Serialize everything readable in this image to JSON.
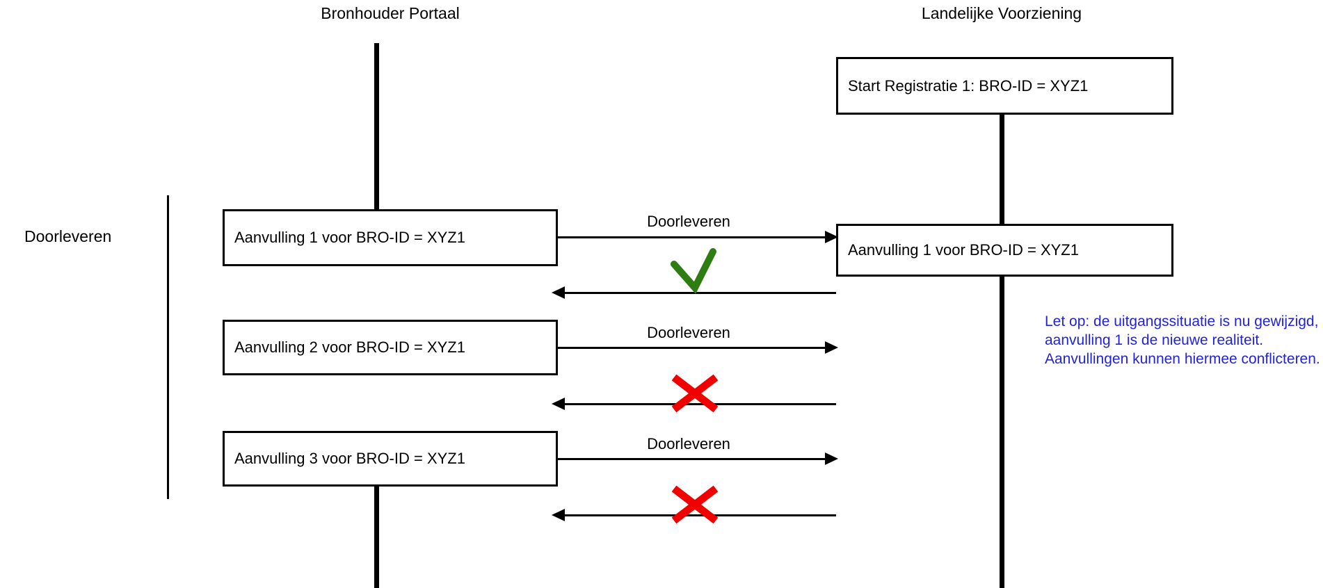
{
  "diagram": {
    "type": "sequence-diagram",
    "title_left": "Bronhouder Portaal",
    "title_right": "Landelijke Voorziening",
    "bracket_label": "Doorleveren",
    "colors": {
      "line": "#000000",
      "success": "#2E7D12",
      "failure": "#F20000",
      "note": "#2222DD",
      "background": "#FFFFFF"
    }
  },
  "lanes": [
    {
      "id": "bronhouder-portaal",
      "label": "Bronhouder Portaal"
    },
    {
      "id": "landelijke-voorziening",
      "label": "Landelijke Voorziening"
    }
  ],
  "boxes": {
    "start_registratie": "Start Registratie 1: BRO-ID = XYZ1",
    "aanvulling_1_left": "Aanvulling 1 voor BRO-ID = XYZ1",
    "aanvulling_1_right": "Aanvulling 1 voor BRO-ID = XYZ1",
    "aanvulling_2_left": "Aanvulling 2 voor BRO-ID = XYZ1",
    "aanvulling_3_left": "Aanvulling 3 voor BRO-ID = XYZ1"
  },
  "messages": [
    {
      "id": "msg-1-request",
      "label": "Doorleveren",
      "direction": "right",
      "result": "success"
    },
    {
      "id": "msg-1-response",
      "label": "",
      "direction": "left",
      "result": "success"
    },
    {
      "id": "msg-2-request",
      "label": "Doorleveren",
      "direction": "right",
      "result": "failure"
    },
    {
      "id": "msg-2-response",
      "label": "",
      "direction": "left",
      "result": "failure"
    },
    {
      "id": "msg-3-request",
      "label": "Doorleveren",
      "direction": "right",
      "result": "failure"
    },
    {
      "id": "msg-3-response",
      "label": "",
      "direction": "left",
      "result": "failure"
    }
  ],
  "marks": {
    "check": "check-mark",
    "cross_1": "cross-mark",
    "cross_2": "cross-mark"
  },
  "note": {
    "text": "Let op: de uitgangssituatie is nu gewijzigd, aanvulling 1 is de nieuwe realiteit. Aanvullingen kunnen hiermee conflicteren.",
    "color": "#2222DD"
  }
}
